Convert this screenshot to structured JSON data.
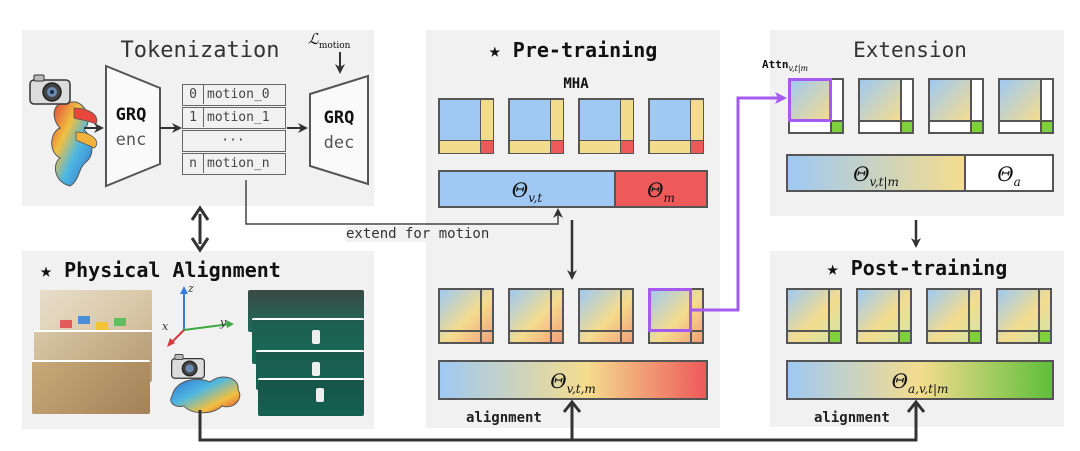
{
  "tokenization": {
    "title": "Tokenization",
    "loss_label": "ℒ",
    "loss_sub": "motion",
    "encoder_name": "GRQ",
    "encoder_sub": "enc",
    "decoder_name": "GRQ",
    "decoder_sub": "dec",
    "codebook": [
      {
        "index": "0",
        "label": "motion_0"
      },
      {
        "index": "1",
        "label": "motion_1"
      },
      {
        "index": "",
        "label": "···"
      },
      {
        "index": "n",
        "label": "motion_n"
      }
    ]
  },
  "pretraining": {
    "star": "★",
    "title": "Pre-training",
    "mha_label": "MHA",
    "theta_vt": "Θ",
    "theta_vt_sub": "v,t",
    "theta_m": "Θ",
    "theta_m_sub": "m",
    "theta_vtm": "Θ",
    "theta_vtm_sub": "v,t,m",
    "alignment_label": "alignment"
  },
  "extension": {
    "title": "Extension",
    "attn_label": "Attn",
    "attn_sub": "v,t|m",
    "theta_vtm": "Θ",
    "theta_vtm_sub": "v,t|m",
    "theta_a": "Θ",
    "theta_a_sub": "a"
  },
  "posttraining": {
    "star": "★",
    "title": "Post-training",
    "theta_avtm": "Θ",
    "theta_avtm_sub": "a,v,t|m",
    "alignment_label": "alignment"
  },
  "physical_alignment": {
    "star": "★",
    "title": "Physical Alignment",
    "axis_x": "x",
    "axis_y": "y",
    "axis_z": "z"
  },
  "connector": {
    "extend_label": "extend for motion"
  },
  "colors": {
    "vision_blue": "#9fc9f3",
    "text_yellow": "#f4dc8e",
    "motion_red": "#ee5a5a",
    "action_green": "#7fd13b",
    "highlight_purple": "#a55bf0",
    "panel_gray": "#f1f1f1"
  }
}
